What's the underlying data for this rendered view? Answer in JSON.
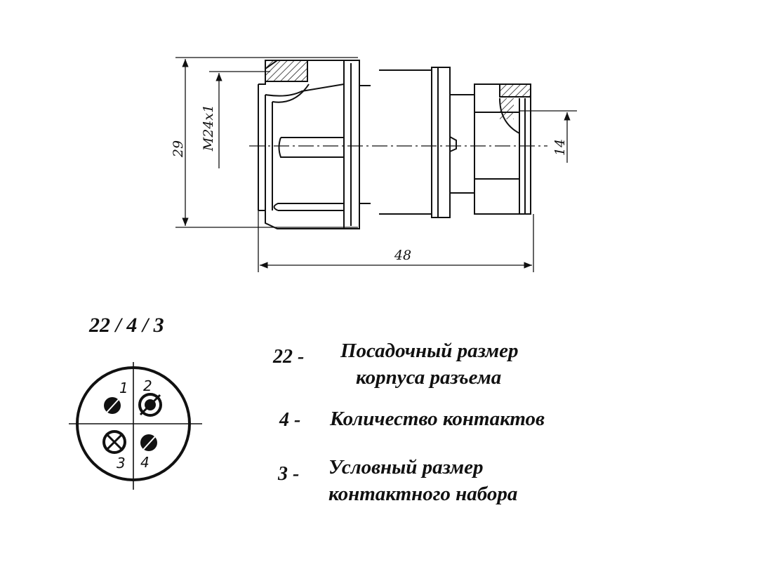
{
  "drawing": {
    "dims": {
      "height": "29",
      "thread": "M24x1",
      "shank": "14",
      "length": "48"
    },
    "pin_numbers": [
      "1",
      "2",
      "3",
      "4"
    ]
  },
  "code": "22 / 4 / 3",
  "legend": [
    {
      "num": "22 -",
      "lines": [
        "Посадочный размер",
        "корпуса разъема"
      ]
    },
    {
      "num": "4 -",
      "lines": [
        "Количество контактов"
      ]
    },
    {
      "num": "3 -",
      "lines": [
        "Условный размер",
        "контактного набора"
      ]
    }
  ]
}
